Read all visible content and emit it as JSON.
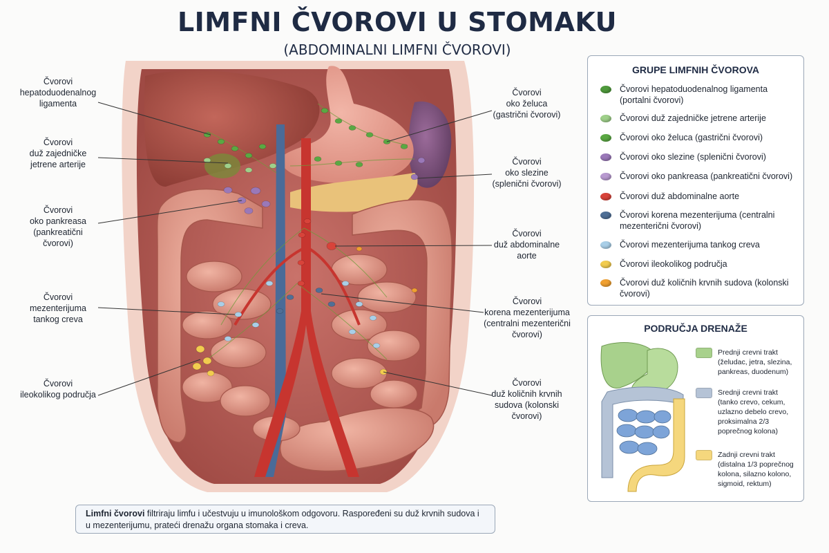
{
  "title": "LIMFNI ČVOROVI U STOMAKU",
  "subtitle": "(ABDOMINALNI LIMFNI ČVOROVI)",
  "callouts_left": [
    {
      "lines": [
        "Čvorovi",
        "hepatoduodenalnog",
        "ligamenta"
      ]
    },
    {
      "lines": [
        "Čvorovi",
        "duž zajedničke",
        "jetrene arterije"
      ]
    },
    {
      "lines": [
        "Čvorovi",
        "oko pankreasa",
        "(pankreatični",
        "čvorovi)"
      ]
    },
    {
      "lines": [
        "Čvorovi",
        "mezenterijuma",
        "tankog creva"
      ]
    },
    {
      "lines": [
        "Čvorovi",
        "ileokolikog područja"
      ]
    }
  ],
  "callouts_right": [
    {
      "lines": [
        "Čvorovi",
        "oko želuca",
        "(gastrični čvorovi)"
      ]
    },
    {
      "lines": [
        "Čvorovi",
        "oko slezine",
        "(splenični čvorovi)"
      ]
    },
    {
      "lines": [
        "Čvorovi",
        "duž abdominalne",
        "aorte"
      ]
    },
    {
      "lines": [
        "Čvorovi",
        "korena mezenterijuma",
        "(centralni mezenterični",
        "čvorovi)"
      ]
    },
    {
      "lines": [
        "Čvorovi",
        "duž količnih krvnih",
        "sudova (kolonski",
        "čvorovi)"
      ]
    }
  ],
  "groups_panel": {
    "title": "GRUPE LIMFNIH ČVOROVA",
    "items": [
      {
        "label": "Čvorovi hepatoduodenalnog ligamenta (portalni čvorovi)",
        "color": "#4f9a3c"
      },
      {
        "label": "Čvorovi duž zajedničke jetrene arterije",
        "color": "#9fd08a"
      },
      {
        "label": "Čvorovi oko želuca (gastrični čvorovi)",
        "color": "#5aa843"
      },
      {
        "label": "Čvorovi oko slezine (splenični čvorovi)",
        "color": "#9a78b8"
      },
      {
        "label": "Čvorovi oko pankreasa (pankreatični čvorovi)",
        "color": "#b89ad0"
      },
      {
        "label": "Čvorovi duž abdominalne aorte",
        "color": "#d8433a"
      },
      {
        "label": "Čvorovi korena mezenterijuma (centralni mezenterični čvorovi)",
        "color": "#4f6f96"
      },
      {
        "label": "Čvorovi mezenterijuma tankog creva",
        "color": "#a9cfe8"
      },
      {
        "label": "Čvorovi ileokolikog područja",
        "color": "#f2cc4f"
      },
      {
        "label": "Čvorovi duž količnih krvnih sudova (kolonski čvorovi)",
        "color": "#f0a030"
      }
    ]
  },
  "drainage_panel": {
    "title": "PODRUČJA DRENAŽE",
    "items": [
      {
        "label": "Prednji crevni trakt (želudac, jetra, slezina, pankreas, duodenum)",
        "color": "#a8d18c"
      },
      {
        "label": "Srednji crevni trakt (tanko crevo, cekum, uzlazno debelo crevo, proksimalna 2/3 poprečnog kolona)",
        "color": "#b5c3d6"
      },
      {
        "label": "Zadnji crevni trakt (distalna 1/3 poprečnog kolona, silazno kolono, sigmoid, rektum)",
        "color": "#f5d77d"
      }
    ]
  },
  "note": {
    "bold": "Limfni čvorovi",
    "text": " filtriraju limfu i učestvuju u imunološkom odgovoru. Raspoređeni su duž krvnih sudova i u mezenterijumu, prateći drenažu organa stomaka i creva."
  },
  "colors": {
    "title": "#1f2b44",
    "panel_border": "#9aa7b7"
  }
}
